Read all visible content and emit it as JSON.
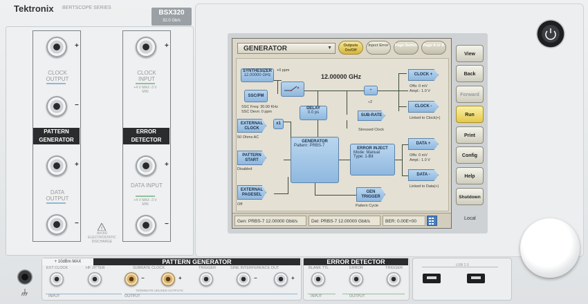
{
  "brand": {
    "name": "Tektronix",
    "series": "BERTSCOPE SERIES",
    "model": "BSX320",
    "rate": "32.0 Gb/s"
  },
  "left_panel": {
    "pattern_generator": "PATTERN GENERATOR",
    "error_detector": "ERROR DETECTOR",
    "clock_output": "CLOCK OUTPUT",
    "clock_input": "CLOCK INPUT",
    "clock_input_spec": "+4 V MAX -3 V MIN",
    "data_output": "DATA OUTPUT",
    "data_input": "DATA INPUT",
    "data_input_spec": "+4 V MAX -3 V MIN",
    "esd": "AVOID ELECTROSTATIC DISCHARGE",
    "plus": "+",
    "minus": "−"
  },
  "screen": {
    "mode": "GENERATOR",
    "top_buttons": [
      {
        "label": "Outputs On/Off",
        "active": true
      },
      {
        "label": "Inject Error",
        "active": true
      },
      {
        "label": "Page Switch",
        "active": false
      },
      {
        "label": "Page A or B",
        "active": false
      }
    ],
    "freq": "12.00000 GHz",
    "ppm": "+0 ppm",
    "synth": {
      "title": "SYNTHESIZER",
      "value": "12.00000 GHz"
    },
    "ssc": {
      "title": "SSC/PM",
      "freq": "SSC Freq: 30.00 KHz",
      "devn": "SSC Devn: 0 ppm"
    },
    "delay": {
      "title": "DELAY",
      "value": "0.0 ps"
    },
    "ext_clock": {
      "title": "EXTERNAL CLOCK",
      "sub": "50 Ohms AC"
    },
    "x1": "x1",
    "generator": {
      "title": "GENERATOR",
      "pattern": "Pattern: PRBS-7"
    },
    "pattern_start": {
      "title": "PATTERN START",
      "sub": "Disabled"
    },
    "ext_pagesel": {
      "title": "EXTERNAL PAGESEL",
      "sub": "Off"
    },
    "error_inject": {
      "title": "ERROR INJECT",
      "mode": "Mode: Manual",
      "type": "Type: 1-Bit"
    },
    "subrate": {
      "title": "SUB-RATE",
      "sub": "Stressed Clock"
    },
    "gen_trigger": {
      "title": "GEN TRIGGER",
      "sub": "Pattern Cycle"
    },
    "div2": "÷2",
    "clock_plus": {
      "title": "CLOCK +",
      "offs": "Offs: 0 mV",
      "ampl": "Ampl.: 1.0 V"
    },
    "clock_minus": {
      "title": "CLOCK -",
      "sub": "Linked to Clock(+)"
    },
    "data_plus": {
      "title": "DATA +",
      "offs": "Offs: 0 mV",
      "ampl": "Ampl.: 1.0 V"
    },
    "data_minus": {
      "title": "DATA -",
      "sub": "Linked to Data(+)"
    },
    "status": {
      "gen": "Gen: PRBS-7 12.00000 Gbit/s",
      "det": "Det: PRBS-7 12.00000 Gbit/s",
      "ber": "BER: 0.00E+00",
      "local": "Local"
    }
  },
  "side_buttons": [
    {
      "label": "View",
      "yellow": false
    },
    {
      "label": "Back",
      "yellow": false
    },
    {
      "label": "Forward",
      "yellow": false,
      "disabled": true
    },
    {
      "label": "Run",
      "yellow": true
    },
    {
      "label": "Print",
      "yellow": false
    },
    {
      "label": "Config",
      "yellow": false
    },
    {
      "label": "Help",
      "yellow": false
    },
    {
      "label": "Shutdown",
      "yellow": false
    }
  ],
  "bottom": {
    "max_label": "+ 10dBm MAX",
    "pattern_generator": "PATTERN GENERATOR",
    "error_detector": "ERROR DETECTOR",
    "labels": {
      "ext_clock": "EXT CLOCK",
      "hf_jitter": "HF JITTER",
      "subrate_clock": "SUBRATE CLOCK",
      "trigger": "TRIGGER",
      "sine": "SINE INTERFERENCE OUT",
      "blank_ttl": "BLANK TTL",
      "error": "ERROR",
      "trigger2": "TRIGGER",
      "usb": "USB 2.0"
    },
    "input": "INPUT",
    "output": "OUTPUT",
    "terminate": "TERMINATE UNUSED OUTPUTS"
  }
}
